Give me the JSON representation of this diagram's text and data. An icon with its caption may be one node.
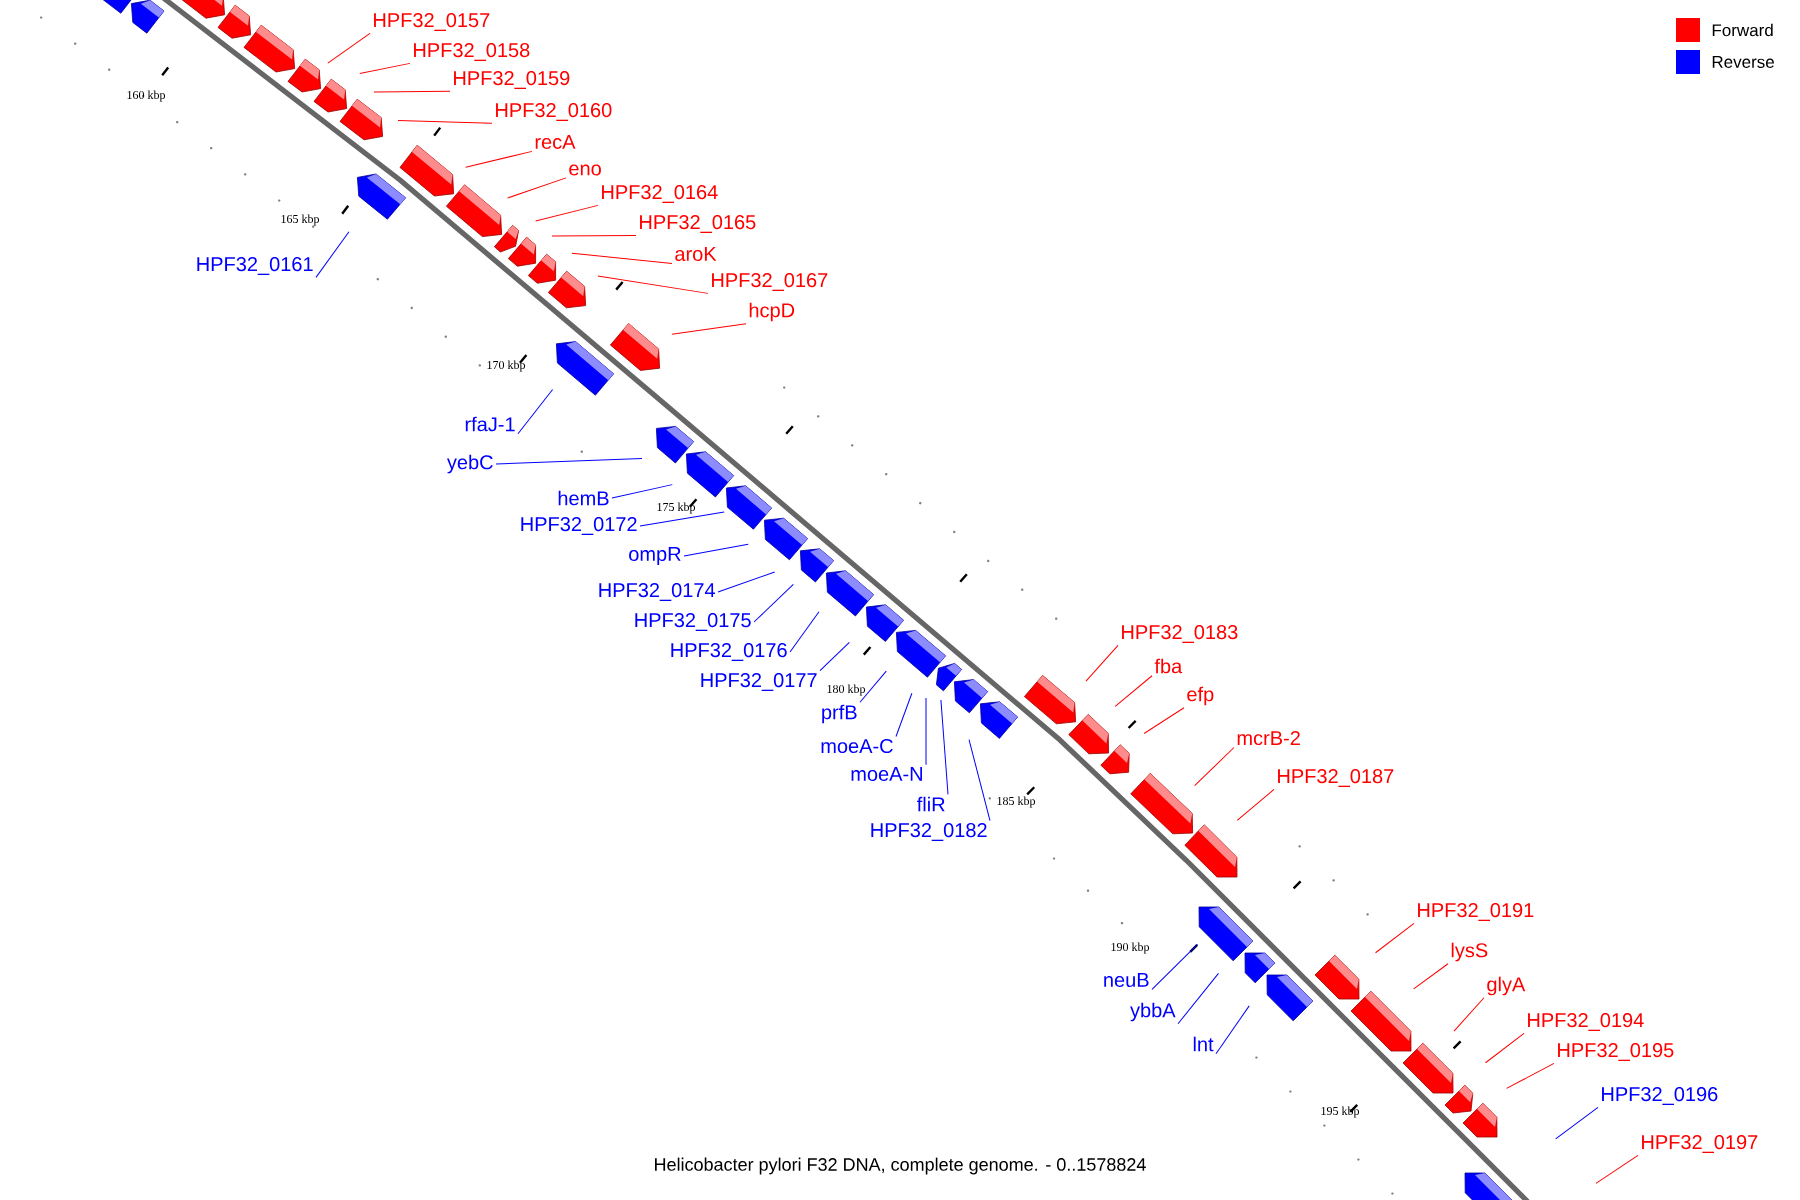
{
  "diagram": {
    "caption": "Helicobacter pylori F32 DNA, complete genome. - 0..1578824",
    "nodes": [
      {
        "text": [
          "HPF32_0157"
        ]
      },
      {
        "text": [
          "HPF32_0158"
        ]
      },
      {
        "text": [
          "HPF32_0159"
        ]
      },
      {
        "text": [
          "HPF32_0160"
        ]
      },
      {
        "text": [
          "recA"
        ]
      },
      {
        "text": [
          "eno"
        ]
      },
      {
        "text": [
          "HPF32_0164"
        ]
      },
      {
        "text": [
          "HPF32_0165"
        ]
      },
      {
        "text": [
          "aroK"
        ]
      },
      {
        "text": [
          "HPF32_0161"
        ]
      },
      {
        "text": [
          "HPF32_0167"
        ]
      },
      {
        "text": [
          "hcpD"
        ]
      },
      {
        "text": [
          "rfaJ-1"
        ]
      },
      {
        "text": [
          "yebC"
        ]
      },
      {
        "text": [
          "hemB"
        ]
      },
      {
        "text": [
          "HPF32_0172"
        ]
      },
      {
        "text": [
          "ompR"
        ]
      },
      {
        "text": [
          "HPF32_0174"
        ]
      },
      {
        "text": [
          "HPF32_0175"
        ]
      },
      {
        "text": [
          "HPF32_0176"
        ]
      },
      {
        "text": [
          "HPF32_0177"
        ]
      },
      {
        "text": [
          "HPF32_0183"
        ]
      },
      {
        "text": [
          "fba"
        ]
      },
      {
        "text": [
          "efp"
        ]
      },
      {
        "text": [
          "prfB"
        ]
      },
      {
        "text": [
          "moeA-C"
        ]
      },
      {
        "text": [
          "mcrB-2"
        ]
      },
      {
        "text": [
          "moeA-N"
        ]
      },
      {
        "text": [
          "HPF32_0187"
        ]
      },
      {
        "text": [
          "fliR"
        ]
      },
      {
        "text": [
          "HPF32_0182"
        ]
      },
      {
        "text": [
          "HPF32_0191"
        ]
      },
      {
        "text": [
          "lysS"
        ]
      },
      {
        "text": [
          "neuB"
        ]
      },
      {
        "text": [
          "glyA"
        ]
      },
      {
        "text": [
          "ybbA"
        ]
      },
      {
        "text": [
          "HPF32_0194"
        ]
      },
      {
        "text": [
          "lnt"
        ]
      },
      {
        "text": [
          "HPF32_0195"
        ]
      },
      {
        "text": [
          "HPF32_0196"
        ]
      },
      {
        "text": [
          "HPF32_0197"
        ]
      }
    ],
    "edges": [
      {
        "from": 0,
        "to": null,
        "arrow": "none"
      },
      {
        "from": 1,
        "to": null,
        "arrow": "none"
      },
      {
        "from": 2,
        "to": null,
        "arrow": "none"
      },
      {
        "from": 3,
        "to": null,
        "arrow": "none"
      },
      {
        "from": 4,
        "to": null,
        "arrow": "none"
      },
      {
        "from": 5,
        "to": null,
        "arrow": "none"
      },
      {
        "from": 6,
        "to": null,
        "arrow": "none"
      },
      {
        "from": 7,
        "to": null,
        "arrow": "none"
      },
      {
        "from": 8,
        "to": null,
        "arrow": "none"
      },
      {
        "from": 9,
        "to": null,
        "arrow": "none",
        "color": "#0000ff"
      },
      {
        "from": 10,
        "to": null,
        "arrow": "none"
      },
      {
        "from": 11,
        "to": null,
        "arrow": "none"
      },
      {
        "from": 12,
        "to": null,
        "arrow": "none",
        "color": "#0000ff"
      },
      {
        "from": 13,
        "to": null,
        "arrow": "none",
        "color": "#0000ff"
      },
      {
        "from": 14,
        "to": null,
        "arrow": "none",
        "color": "#0000ff"
      },
      {
        "from": 15,
        "to": null,
        "arrow": "none",
        "color": "#0000ff"
      },
      {
        "from": 16,
        "to": null,
        "arrow": "none",
        "color": "#0000ff"
      },
      {
        "from": 17,
        "to": null,
        "arrow": "none",
        "color": "#0000ff"
      },
      {
        "from": 18,
        "to": null,
        "arrow": "none",
        "color": "#0000ff"
      },
      {
        "from": 19,
        "to": null,
        "arrow": "none",
        "color": "#0000ff"
      },
      {
        "from": 20,
        "to": null,
        "arrow": "none",
        "color": "#0000ff"
      },
      {
        "from": 21,
        "to": null,
        "arrow": "none"
      },
      {
        "from": 22,
        "to": null,
        "arrow": "none"
      },
      {
        "from": 23,
        "to": null,
        "arrow": "none"
      },
      {
        "from": 24,
        "to": null,
        "arrow": "none",
        "color": "#0000ff"
      },
      {
        "from": 25,
        "to": null,
        "arrow": "none",
        "color": "#0000ff"
      },
      {
        "from": 26,
        "to": null,
        "arrow": "none"
      },
      {
        "from": 27,
        "to": null,
        "arrow": "none",
        "color": "#0000ff"
      },
      {
        "from": 28,
        "to": null,
        "arrow": "none"
      },
      {
        "from": 29,
        "to": null,
        "arrow": "none",
        "color": "#0000ff"
      },
      {
        "from": 30,
        "to": null,
        "arrow": "none",
        "color": "#0000ff"
      },
      {
        "from": 31,
        "to": null,
        "arrow": "none"
      },
      {
        "from": 32,
        "to": null,
        "arrow": "none"
      },
      {
        "from": 33,
        "to": null,
        "arrow": "none",
        "color": "#0000ff"
      },
      {
        "from": 34,
        "to": null,
        "arrow": "none"
      },
      {
        "from": 35,
        "to": null,
        "arrow": "none",
        "color": "#0000ff"
      },
      {
        "from": 36,
        "to": null,
        "arrow": "none"
      },
      {
        "from": 37,
        "to": null,
        "arrow": "none",
        "color": "#0000ff"
      },
      {
        "from": 38,
        "to": null,
        "arrow": "none"
      },
      {
        "from": 39,
        "to": null,
        "arrow": "none",
        "color": "#0000ff"
      },
      {
        "from": 40,
        "to": null,
        "arrow": "none"
      }
    ],
    "labels": [
      "160 kbp",
      "165 kbp",
      "170 kbp",
      "175 kbp",
      "180 kbp",
      "185 kbp",
      "190 kbp",
      "195 kbp"
    ],
    "legend": [
      {
        "text": "Forward",
        "color": "#ff0000"
      },
      {
        "text": "Reverse",
        "color": "#0000ff"
      }
    ]
  }
}
